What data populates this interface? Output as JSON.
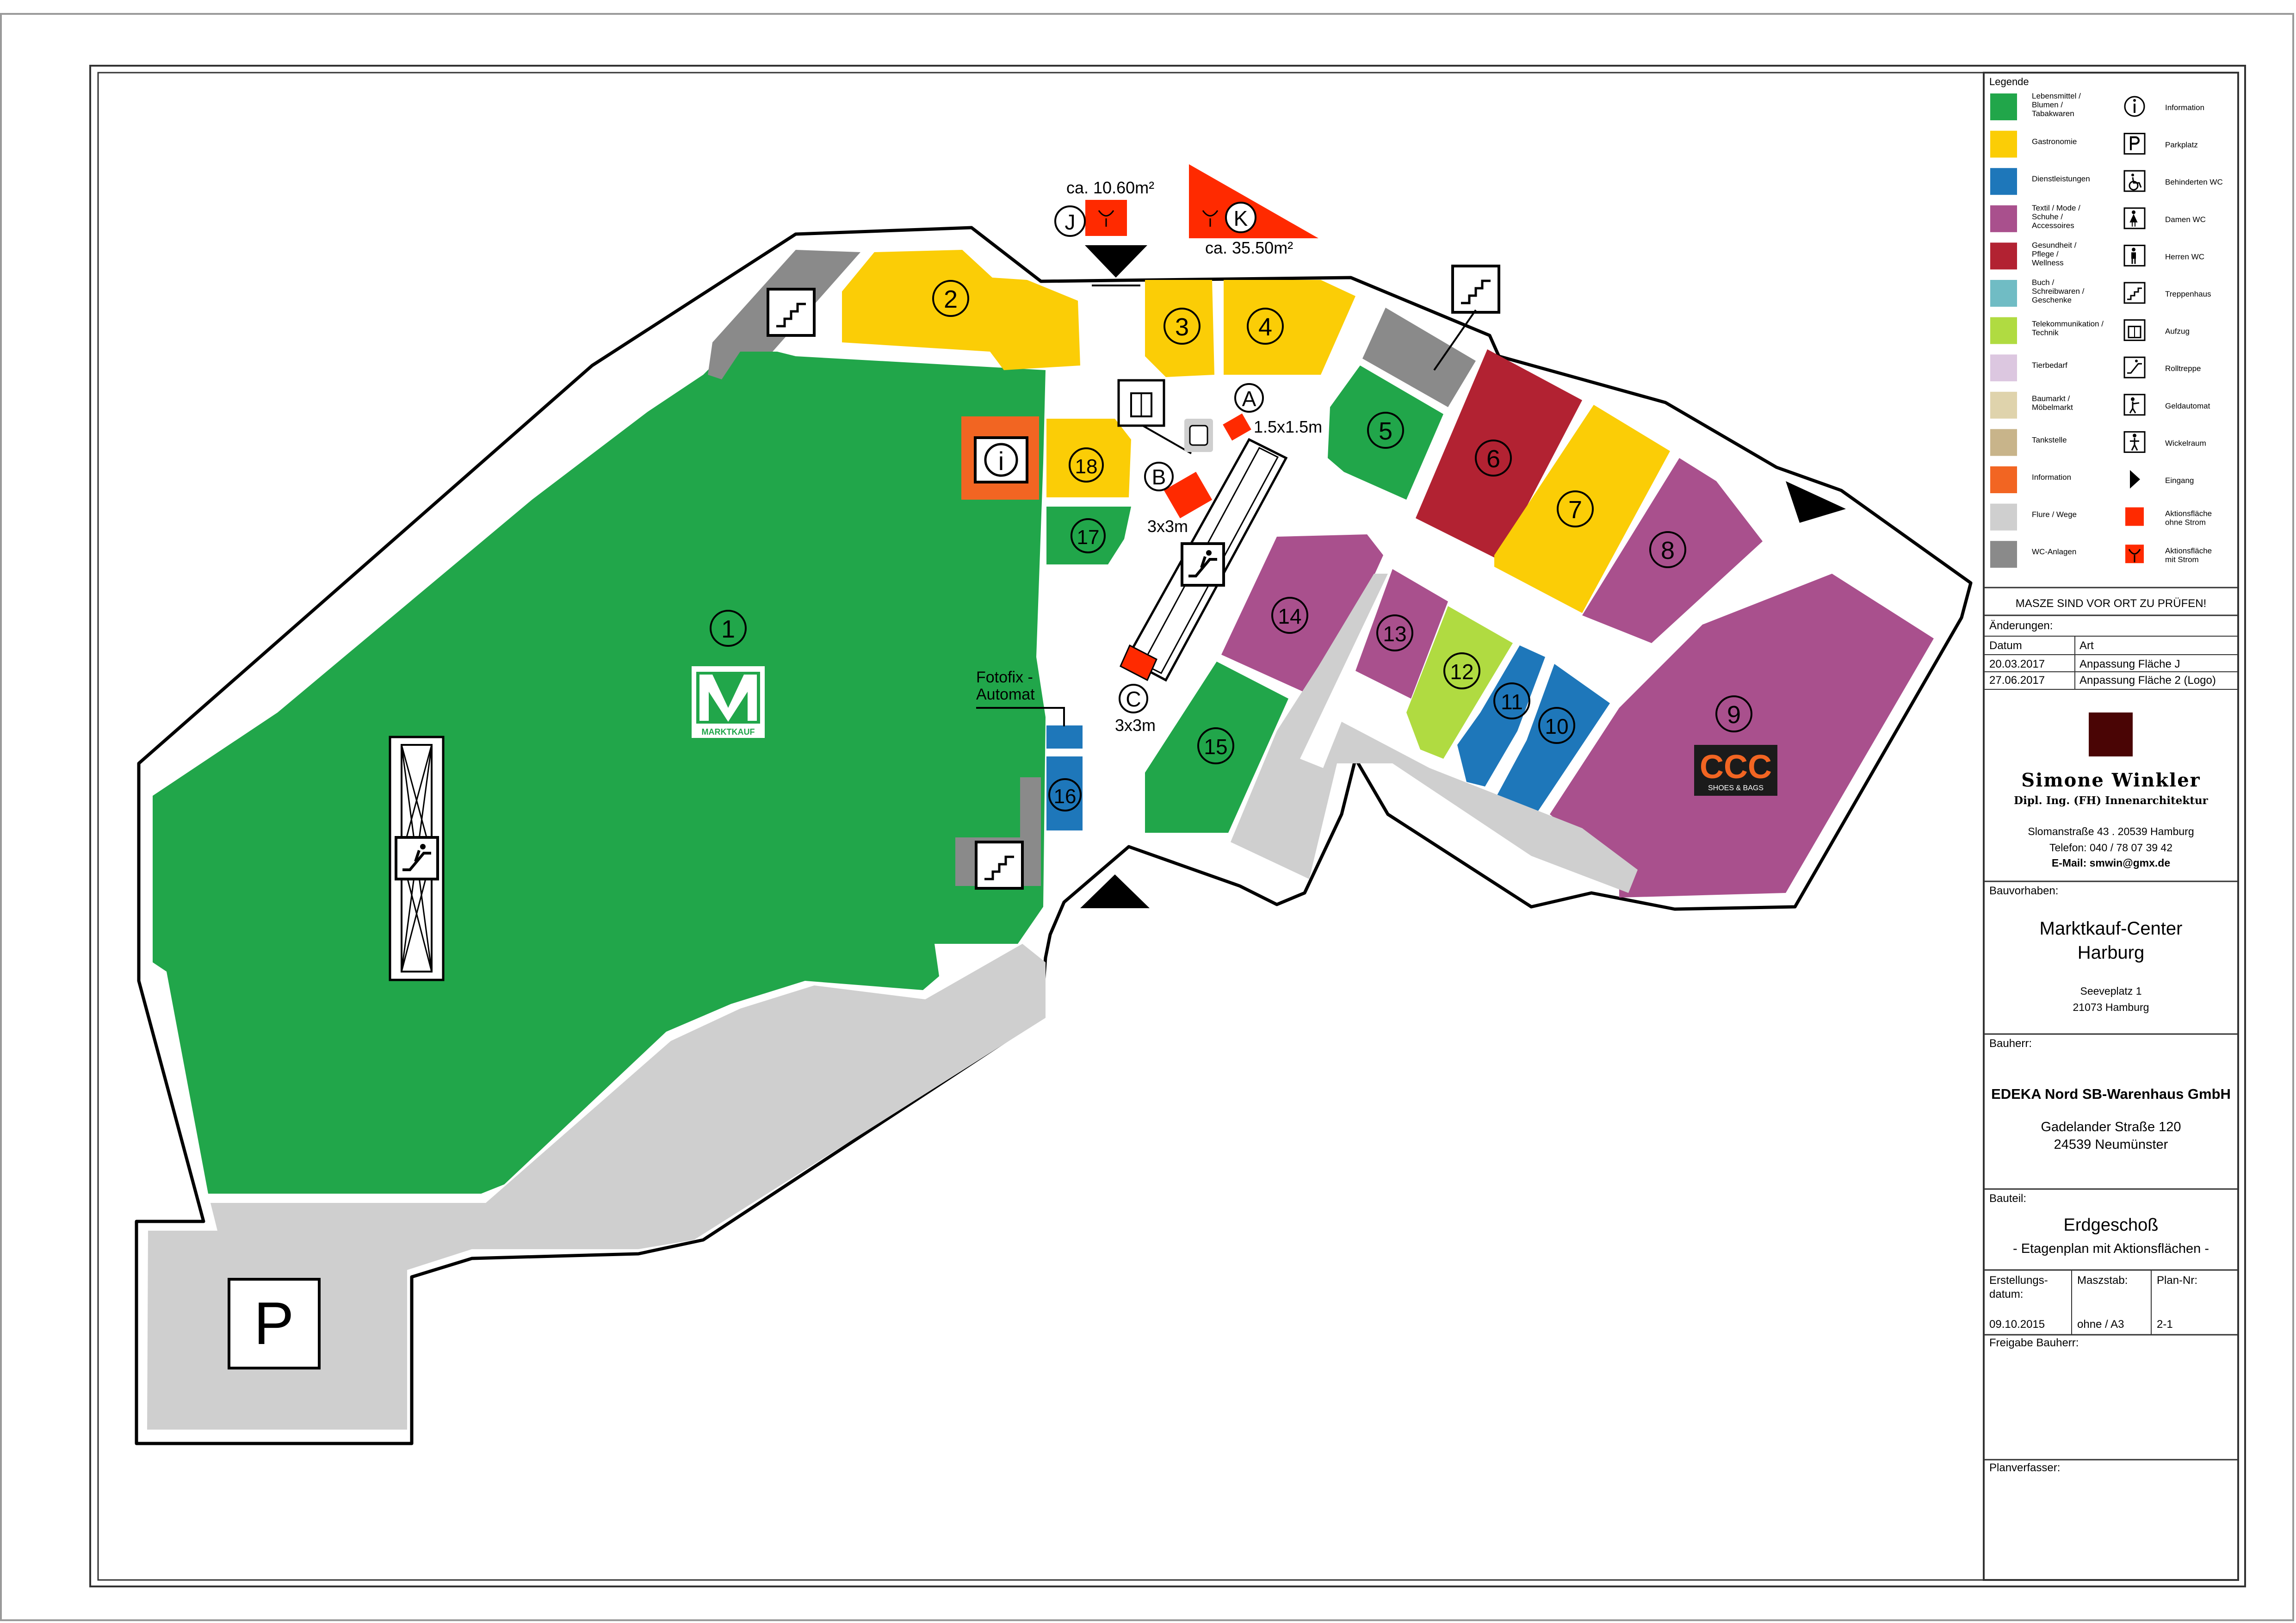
{
  "colors": {
    "lebensmittel": "#21a64a",
    "gastronomie": "#fbcd06",
    "dienstleistungen": "#1e77ba",
    "textil": "#a9508d",
    "gesundheit": "#b22232",
    "buch": "#70bcc4",
    "telekom": "#b0db41",
    "tierbedarf": "#dcc7e0",
    "baumarkt": "#dfd3ac",
    "tankstelle": "#c8b48a",
    "information": "#f26522",
    "flure": "#cfcfcf",
    "wc": "#8a8a8a",
    "aktion": "#ff2a00",
    "logo_square": "#4a0505"
  },
  "map": {
    "units": {
      "u1": "1",
      "u2": "2",
      "u3": "3",
      "u4": "4",
      "u5": "5",
      "u6": "6",
      "u7": "7",
      "u8": "8",
      "u9": "9",
      "u10": "10",
      "u11": "11",
      "u12": "12",
      "u13": "13",
      "u14": "14",
      "u15": "15",
      "u16": "16",
      "u17": "17",
      "u18": "18"
    },
    "areas": {
      "a_label": "A",
      "a_size": "1.5x1.5m",
      "b_label": "B",
      "b_size": "3x3m",
      "c_label": "C",
      "c_size": "3x3m",
      "j_label": "J",
      "j_size": "ca. 10.60m²",
      "k_label": "K",
      "k_size": "ca. 35.50m²"
    },
    "fotofix_line1": "Fotofix -",
    "fotofix_line2": "Automat",
    "parking_symbol": "P",
    "info_symbol": "i",
    "marktkauf_logo_text": "MARKTKAUF",
    "ccc_logo_text": "CCC",
    "ccc_logo_sub": "SHOES & BAGS"
  },
  "legend": {
    "title": "Legende",
    "left": [
      {
        "label": [
          "Lebensmittel /",
          "Blumen /",
          "Tabakwaren"
        ],
        "color_key": "lebensmittel"
      },
      {
        "label": [
          "Gastronomie"
        ],
        "color_key": "gastronomie"
      },
      {
        "label": [
          "Dienstleistungen"
        ],
        "color_key": "dienstleistungen"
      },
      {
        "label": [
          "Textil / Mode /",
          "Schuhe /",
          "Accessoires"
        ],
        "color_key": "textil"
      },
      {
        "label": [
          "Gesundheit /",
          "Pflege /",
          "Wellness"
        ],
        "color_key": "gesundheit"
      },
      {
        "label": [
          "Buch /",
          "Schreibwaren /",
          "Geschenke"
        ],
        "color_key": "buch"
      },
      {
        "label": [
          "Telekommunikation /",
          "Technik"
        ],
        "color_key": "telekom"
      },
      {
        "label": [
          "Tierbedarf"
        ],
        "color_key": "tierbedarf"
      },
      {
        "label": [
          "Baumarkt /",
          "Möbelmarkt"
        ],
        "color_key": "baumarkt"
      },
      {
        "label": [
          "Tankstelle"
        ],
        "color_key": "tankstelle"
      },
      {
        "label": [
          "Information"
        ],
        "color_key": "information"
      },
      {
        "label": [
          "Flure / Wege"
        ],
        "color_key": "flure"
      },
      {
        "label": [
          "WC-Anlagen"
        ],
        "color_key": "wc"
      }
    ],
    "right": [
      {
        "label": [
          "Information"
        ],
        "icon": "info-icon"
      },
      {
        "label": [
          "Parkplatz"
        ],
        "icon": "parking-icon"
      },
      {
        "label": [
          "Behinderten WC"
        ],
        "icon": "wheelchair-wc-icon"
      },
      {
        "label": [
          "Damen WC"
        ],
        "icon": "women-wc-icon"
      },
      {
        "label": [
          "Herren WC"
        ],
        "icon": "men-wc-icon"
      },
      {
        "label": [
          "Treppenhaus"
        ],
        "icon": "stairs-icon"
      },
      {
        "label": [
          "Aufzug"
        ],
        "icon": "elevator-icon"
      },
      {
        "label": [
          "Rolltreppe"
        ],
        "icon": "escalator-icon"
      },
      {
        "label": [
          "Geldautomat"
        ],
        "icon": "atm-icon"
      },
      {
        "label": [
          "Wickelraum"
        ],
        "icon": "baby-changing-icon"
      },
      {
        "label": [
          "Eingang"
        ],
        "icon": "entrance-icon"
      },
      {
        "label": [
          "Aktionsfläche",
          "ohne Strom"
        ],
        "icon": "action-area-icon"
      },
      {
        "label": [
          "Aktionsfläche",
          "mit Strom"
        ],
        "icon": "action-area-power-icon"
      }
    ]
  },
  "titleblock": {
    "notice": "MASZE SIND VOR ORT ZU PRÜFEN!",
    "changes_label": "Änderungen:",
    "col_date": "Datum",
    "col_art": "Art",
    "changes": [
      {
        "date": "20.03.2017",
        "art": "Anpassung Fläche J"
      },
      {
        "date": "27.06.2017",
        "art": "Anpassung Fläche 2 (Logo)"
      }
    ],
    "designer_name": "Simone Winkler",
    "designer_title": "Dipl. Ing. (FH) Innenarchitektur",
    "designer_address": "Slomanstraße 43 . 20539 Hamburg",
    "designer_phone": "Telefon: 040 / 78 07 39 42",
    "designer_email": "E-Mail: smwin@gmx.de",
    "project_label": "Bauvorhaben:",
    "project_name1": "Marktkauf-Center",
    "project_name2": "Harburg",
    "project_addr1": "Seeveplatz 1",
    "project_addr2": "21073 Hamburg",
    "client_label": "Bauherr:",
    "client_name": "EDEKA Nord SB-Warenhaus GmbH",
    "client_addr1": "Gadelander Straße 120",
    "client_addr2": "24539 Neumünster",
    "part_label": "Bauteil:",
    "part_name": "Erdgeschoß",
    "part_sub": "- Etagenplan mit Aktionsflächen -",
    "created_label1": "Erstellungs-",
    "created_label2": "datum:",
    "created_value": "09.10.2015",
    "scale_label": "Maszstab:",
    "scale_value": "ohne / A3",
    "plan_label": "Plan-Nr:",
    "plan_value": "2-1",
    "approval_label": "Freigabe Bauherr:",
    "planner_label": "Planverfasser:"
  }
}
